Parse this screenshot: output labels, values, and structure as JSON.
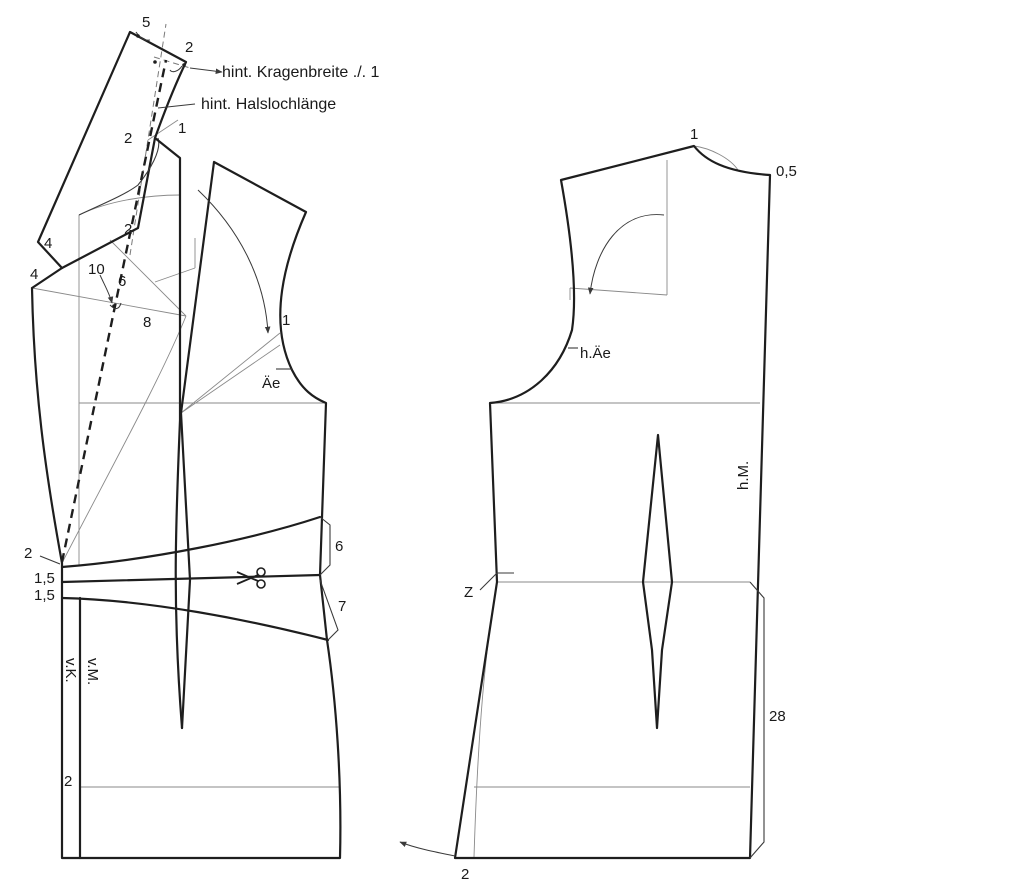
{
  "labels": {
    "collar_top_point": "5",
    "collar_corner": "2",
    "collar_width_note": "hint. Kragenbreite ./. 1",
    "neckline_length_note": "hint. Halslochlänge",
    "shoulder_mark_2": "2",
    "shoulder_mark_1": "1",
    "collar_lower_2": "2",
    "collar_edge_4": "4",
    "front_edge_4": "4",
    "pivot_10": "10",
    "pivot_6": "6",
    "pivot_8": "8",
    "armhole_1": "1",
    "armhole_mark": "Äe",
    "hem_start_2": "2",
    "waist_offset_a": "1,5",
    "waist_offset_b": "1,5",
    "dart_6": "6",
    "dart_7": "7",
    "center_front": "v.M.",
    "front_edge": "v.K.",
    "front_hem_2": "2",
    "back_shoulder_1": "1",
    "back_neck_05": "0,5",
    "back_armhole_mark": "h.Äe",
    "center_back": "h.M.",
    "side_z": "Z",
    "back_length_28": "28",
    "back_hem_2": "2"
  },
  "colors": {
    "outline": "#1e1e1e",
    "guide": "#8a8a8a",
    "background": "#ffffff"
  },
  "icons": {
    "scissors": "scissors-icon"
  }
}
